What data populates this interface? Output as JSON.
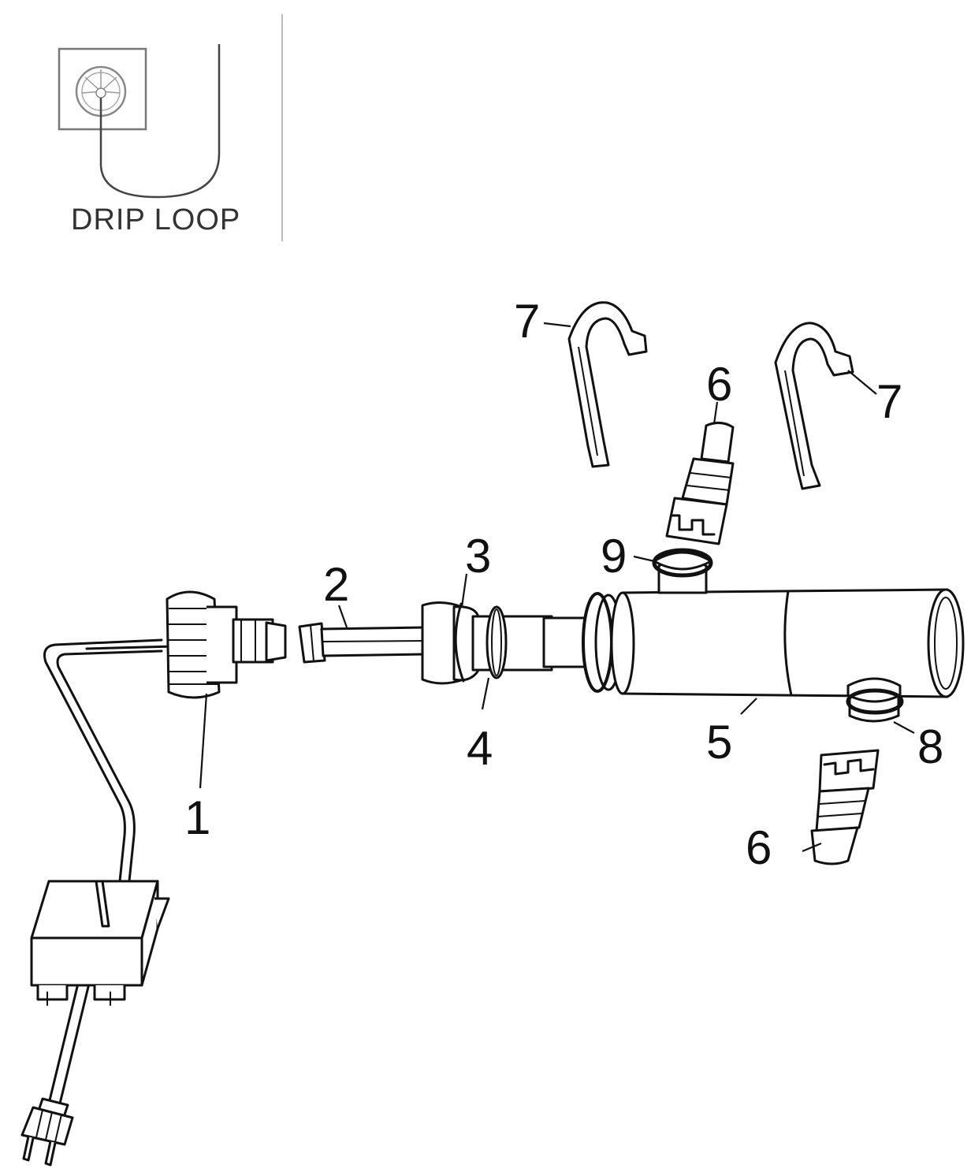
{
  "inset": {
    "caption": "DRIP LOOP"
  },
  "callouts": [
    {
      "id": "1",
      "text": "1"
    },
    {
      "id": "2",
      "text": "2"
    },
    {
      "id": "3",
      "text": "3"
    },
    {
      "id": "4",
      "text": "4"
    },
    {
      "id": "5",
      "text": "5"
    },
    {
      "id": "6a",
      "text": "6"
    },
    {
      "id": "6b",
      "text": "6"
    },
    {
      "id": "7a",
      "text": "7"
    },
    {
      "id": "7b",
      "text": "7"
    },
    {
      "id": "8",
      "text": "8"
    },
    {
      "id": "9",
      "text": "9"
    }
  ],
  "icons": {
    "socket": "wall-socket-icon",
    "plug": "power-plug-icon",
    "transformer": "transformer-icon"
  },
  "colors": {
    "line": "#111111",
    "background": "#ffffff"
  }
}
